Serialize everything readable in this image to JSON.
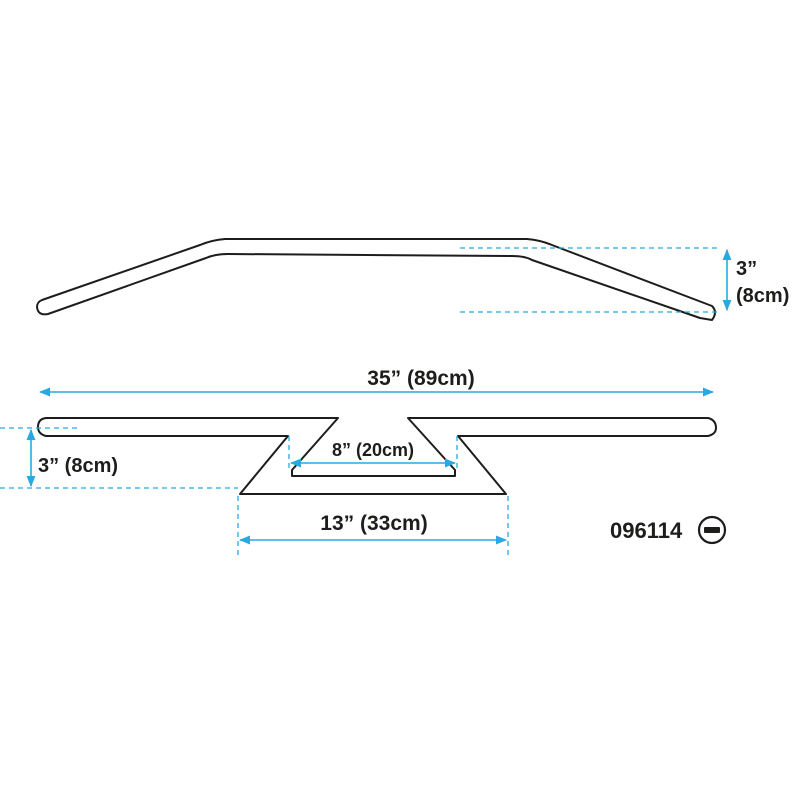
{
  "dimensions": {
    "side_rise": {
      "line1": "3”",
      "line2": "(8cm)"
    },
    "overall_width": "35” (89cm)",
    "front_rise": "3” (8cm)",
    "inner_width": "8” (20cm)",
    "outer_width": "13” (33cm)"
  },
  "part": {
    "number": "096114",
    "finish_symbol": "−"
  },
  "colors": {
    "outline": "#1d1d1b",
    "dimension": "#29a9e0",
    "background": "#ffffff"
  }
}
